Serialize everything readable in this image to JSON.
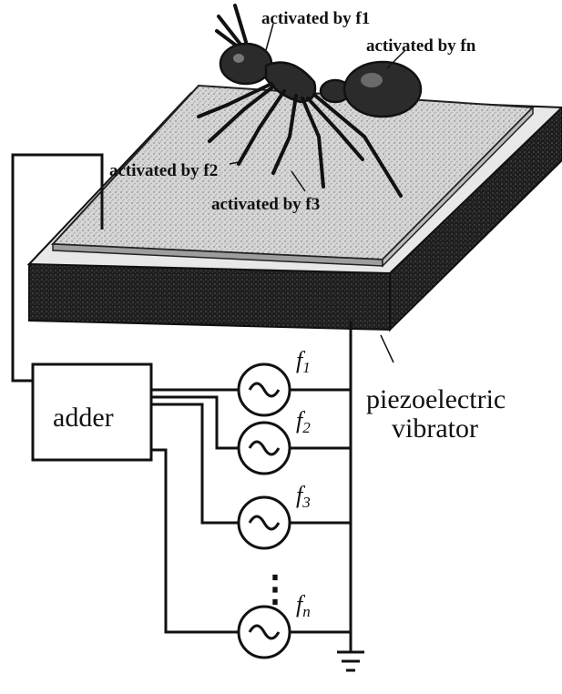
{
  "labels": {
    "activated_f1": "activated by f1",
    "activated_fn": "activated by fn",
    "activated_f2": "activated by f2",
    "activated_f3": "activated by f3",
    "adder": "adder",
    "vibrator_line1": "piezoelectric",
    "vibrator_line2": "vibrator"
  },
  "oscillators": [
    {
      "f": "f",
      "sub": "1"
    },
    {
      "f": "f",
      "sub": "2"
    },
    {
      "f": "f",
      "sub": "3"
    },
    {
      "f": "f",
      "sub": "n"
    }
  ],
  "ellipsis": "⋮",
  "colors": {
    "plate_top": "#cfcfcf",
    "plate_side": "#2a2a2a",
    "ant_body": "#2b2b2b",
    "line": "#111111"
  }
}
